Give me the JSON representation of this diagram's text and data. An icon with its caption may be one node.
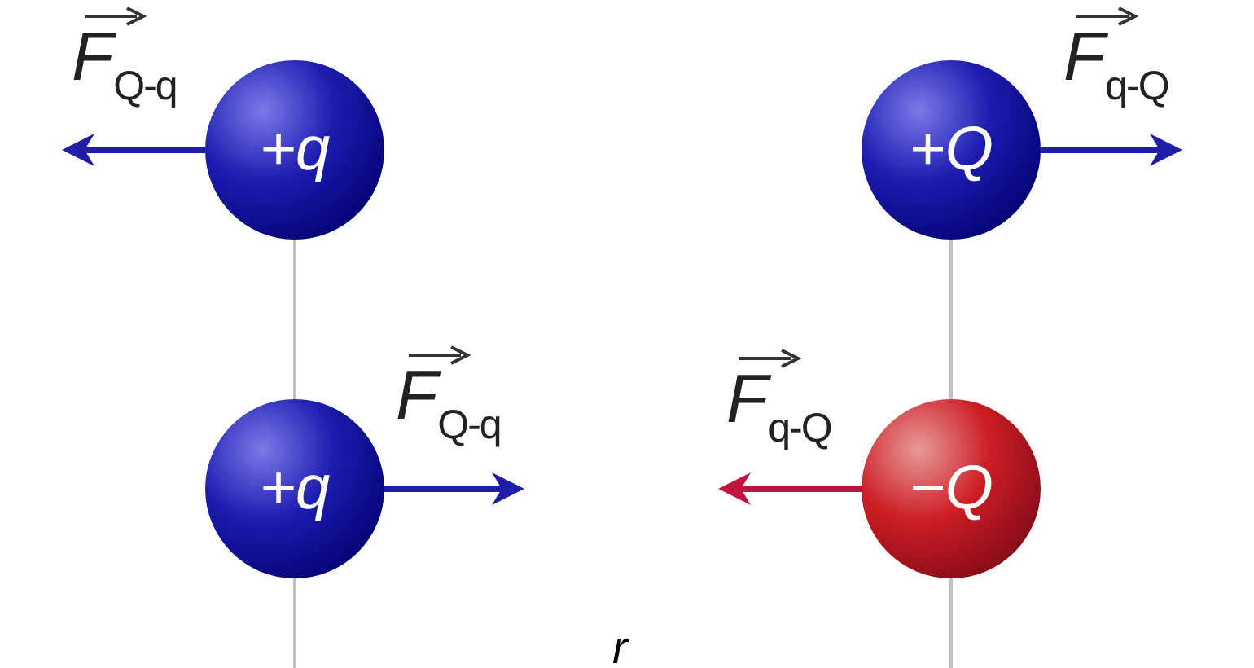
{
  "diagram": {
    "nodes": [
      {
        "text": [
          "+q"
        ]
      },
      {
        "text": [
          "+q"
        ]
      },
      {
        "text": [
          "+Q"
        ]
      },
      {
        "text": [
          "−Q"
        ]
      }
    ],
    "edges": [
      {
        "from": 0,
        "to": null,
        "arrow": "to",
        "label": "*F*$_{Q-q}$",
        "style": "thick",
        "color": "#1e1ea8"
      },
      {
        "from": 0,
        "to": 1,
        "arrow": "none",
        "color": "#c0c0c0"
      },
      {
        "from": 1,
        "to": null,
        "arrow": "to",
        "label": "*F*$_{Q-q}$",
        "style": "thick",
        "color": "#1e1ea8"
      },
      {
        "from": 1,
        "to": null,
        "arrow": "none",
        "color": "#c0c0c0"
      },
      {
        "from": 2,
        "to": null,
        "arrow": "to",
        "label": "*F*$_{q-Q}$",
        "style": "thick",
        "color": "#1e1ea8"
      },
      {
        "from": 2,
        "to": 3,
        "arrow": "none",
        "color": "#c0c0c0"
      },
      {
        "from": 3,
        "to": null,
        "arrow": "to",
        "label": "*F*$_{q-Q}$",
        "style": "thick",
        "color": "#c0143c"
      },
      {
        "from": 3,
        "to": null,
        "arrow": "none",
        "color": "#c0c0c0"
      }
    ],
    "labels": [
      "r"
    ]
  }
}
